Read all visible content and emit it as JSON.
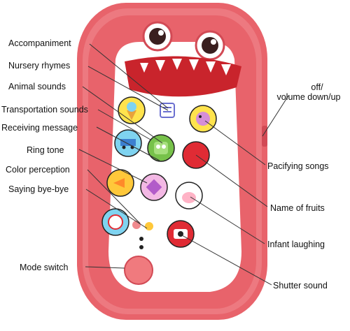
{
  "labels": {
    "accompaniment": "Accompaniment",
    "nursery_rhymes": "Nursery rhymes",
    "animal_sounds": "Animal sounds",
    "transportation_sounds": "Transportation sounds",
    "receiving_message": "Receiving message",
    "ring_tone": "Ring tone",
    "color_perception": "Color perception",
    "saying_bye_bye": "Saying bye-bye",
    "mode_switch": "Mode switch",
    "off_line1": "off/",
    "off_line2": "volume down/up",
    "pacifying_songs": "Pacifying songs",
    "name_of_fruits": "Name of fruits",
    "infant_laughing": "Infant laughing",
    "shutter_sound": "Shutter sound"
  },
  "colors": {
    "shell": "#e8636b",
    "shell_dark": "#d24a55",
    "face": "#ffffff",
    "mouth": "#c9242c",
    "teeth": "#ffffff",
    "home_button": "#f07a7e",
    "line": "#333333"
  },
  "icons": [
    "eye-icon",
    "ice-cream-button-icon",
    "book-button-icon",
    "sheep-button-icon",
    "train-button-icon",
    "robot-button-icon",
    "ring-button-icon",
    "fish-button-icon",
    "girl-button-icon",
    "apple-button-icon",
    "triangle-button-icon",
    "baby-button-icon",
    "camera-button-icon",
    "tulip-button-icon",
    "home-button-icon"
  ]
}
